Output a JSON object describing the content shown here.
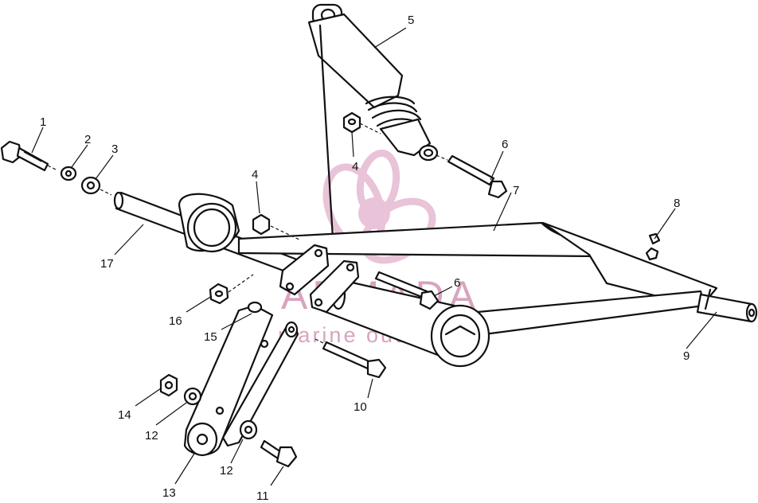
{
  "callouts": {
    "c1": "1",
    "c2": "2",
    "c3": "3",
    "c4a": "4",
    "c4b": "4",
    "c5": "5",
    "c6a": "6",
    "c6b": "6",
    "c7": "7",
    "c8": "8",
    "c9": "9",
    "c10": "10",
    "c11": "11",
    "c12a": "12",
    "c12b": "12",
    "c13": "13",
    "c14": "14",
    "c15": "15",
    "c16": "16",
    "c17": "17"
  },
  "watermark": {
    "brand": "ARMADA",
    "tagline": "marine outboards",
    "color": "#e9c3d8"
  }
}
